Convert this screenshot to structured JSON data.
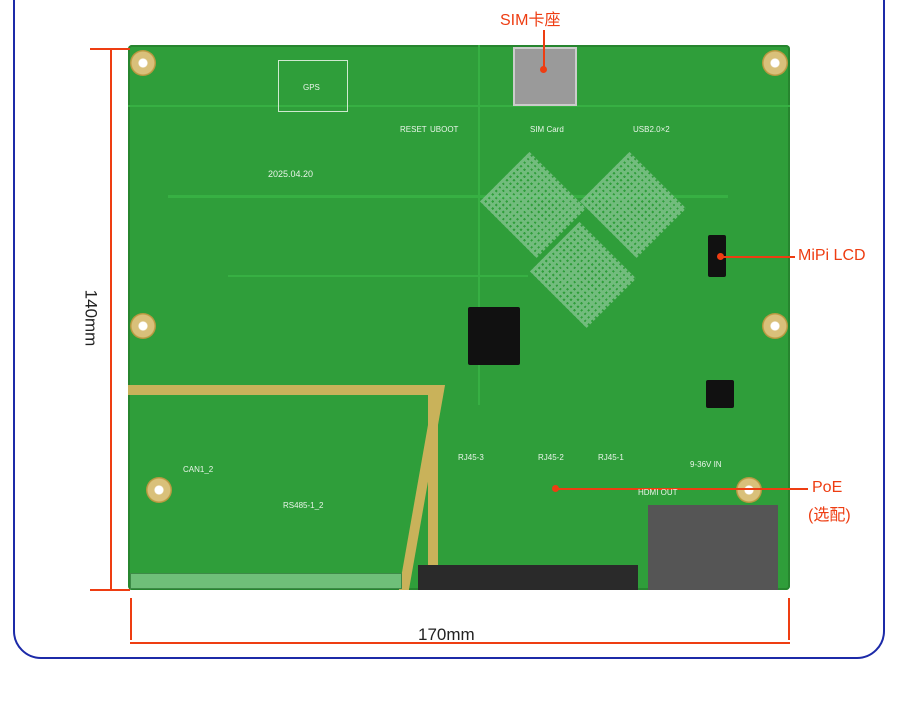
{
  "callouts": {
    "sim": "SIM卡座",
    "mipi": "MiPi LCD",
    "poe": "PoE",
    "poe_note": "(选配)"
  },
  "dimensions": {
    "height": "140mm",
    "width": "170mm"
  },
  "board_labels": {
    "gps": "GPS",
    "date": "2025.04.20",
    "rj45_3": "RJ45-3",
    "rj45_2": "RJ45-2",
    "rj45_1": "RJ45-1",
    "reset": "RESET",
    "uboot": "UBOOT",
    "sim_card": "SIM Card",
    "usb": "USB2.0×2",
    "hdmi": "HDMI OUT",
    "power": "9-36V IN",
    "rs485": "RS485-1_2",
    "can": "CAN1_2"
  },
  "colors": {
    "accent": "#ee3d12",
    "frame": "#1c2aa8",
    "pcb": "#2f9e3a"
  }
}
